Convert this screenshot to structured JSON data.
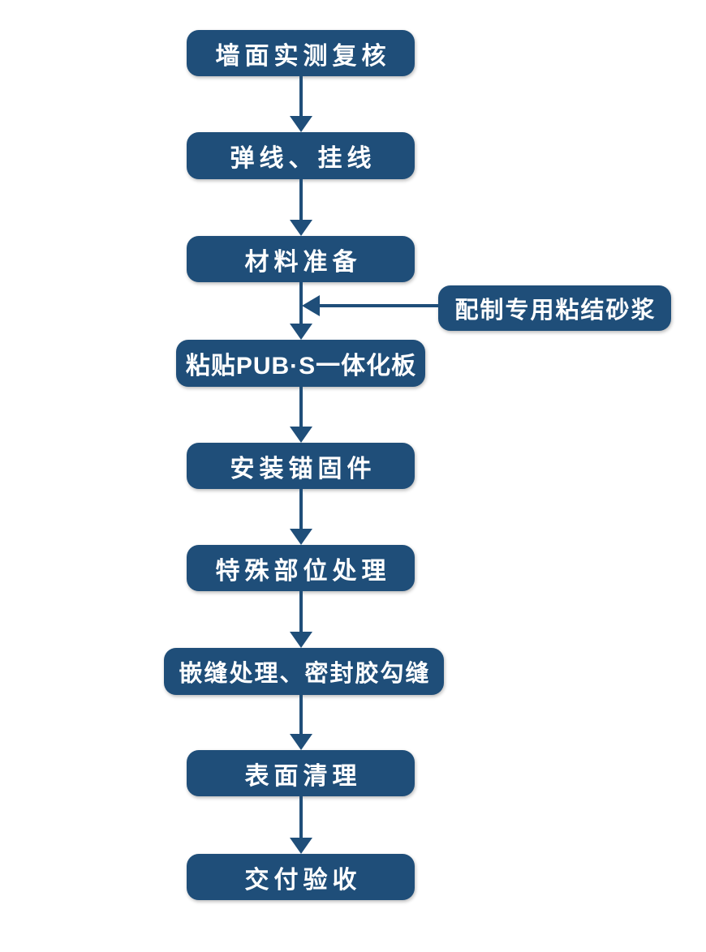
{
  "diagram": {
    "type": "flowchart",
    "direction": "top-down",
    "colors": {
      "node_fill": "#1f4e79",
      "node_text": "#ffffff",
      "connector": "#1f4e79",
      "background": "#ffffff"
    },
    "steps": [
      {
        "id": 1,
        "label": "墙面实测复核"
      },
      {
        "id": 2,
        "label": "弹线、挂线"
      },
      {
        "id": 3,
        "label": "材料准备"
      },
      {
        "id": 4,
        "label": "粘贴PUB·S一体化板"
      },
      {
        "id": 5,
        "label": "安装锚固件"
      },
      {
        "id": 6,
        "label": "特殊部位处理"
      },
      {
        "id": 7,
        "label": "嵌缝处理、密封胶勾缝"
      },
      {
        "id": 8,
        "label": "表面清理"
      },
      {
        "id": 9,
        "label": "交付验收"
      }
    ],
    "side_input": {
      "label": "配制专用粘结砂浆",
      "feeds_into": "粘贴PUB·S一体化板"
    }
  }
}
